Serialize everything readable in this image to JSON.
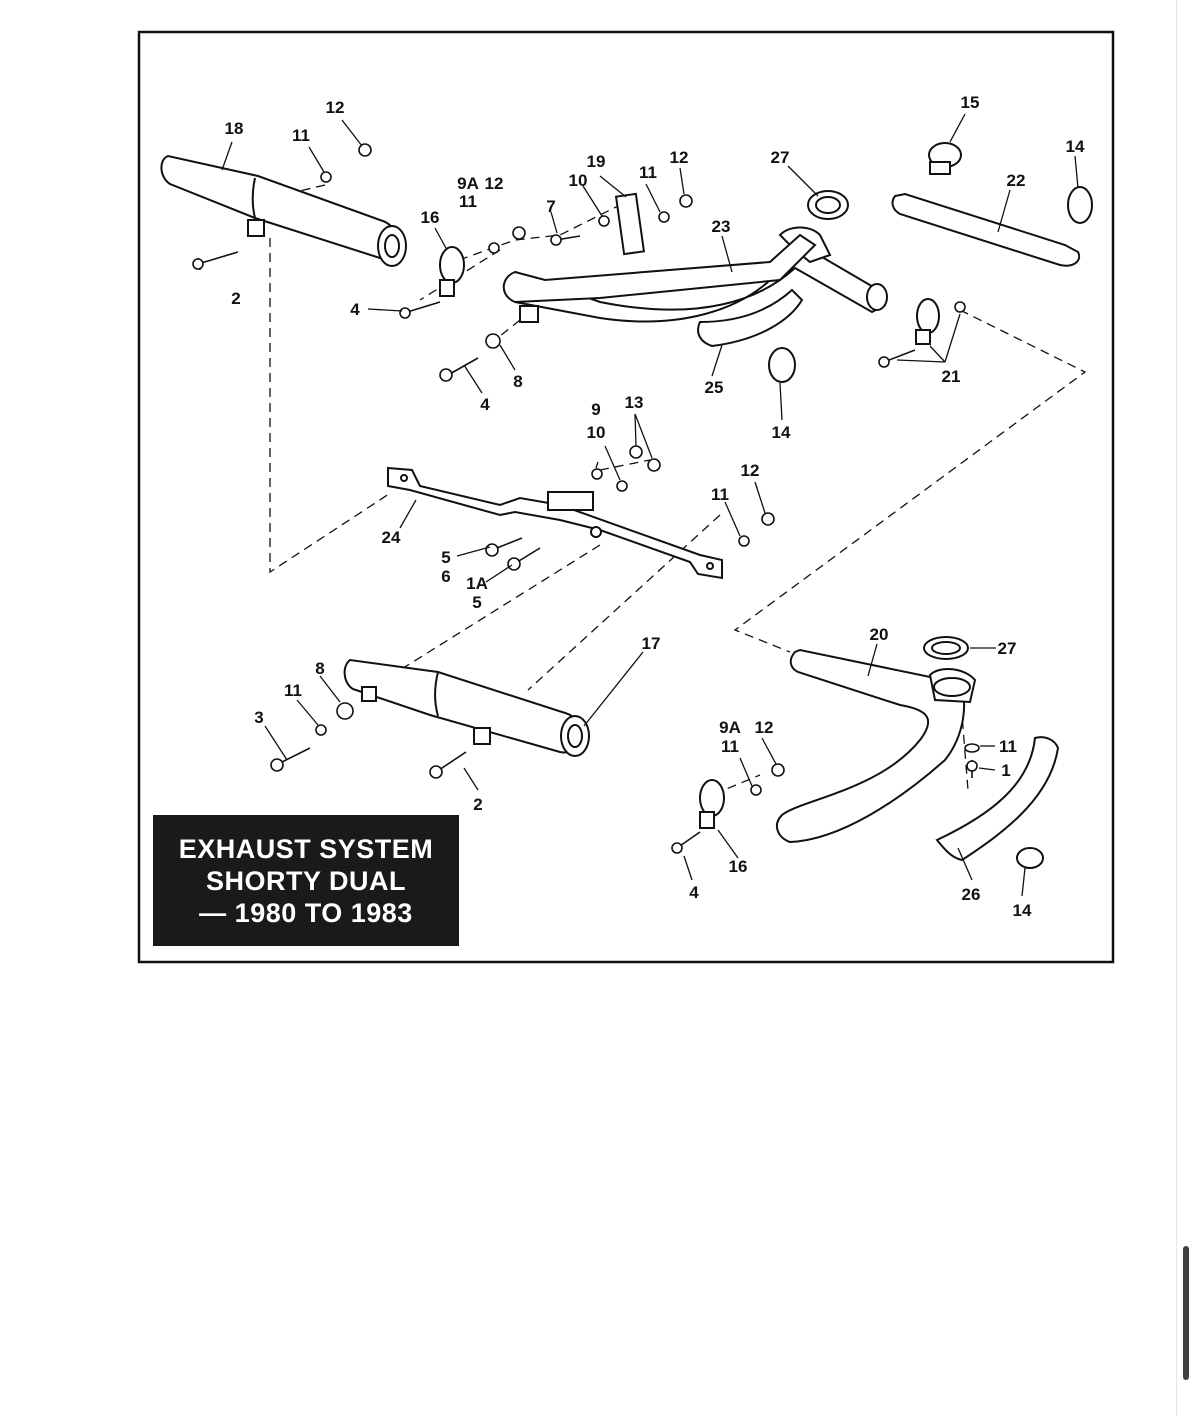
{
  "caption": {
    "line1": "EXHAUST SYSTEM",
    "line2": "SHORTY DUAL",
    "line3": "— 1980 TO 1983"
  },
  "callouts": {
    "c18": "18",
    "c11a": "11",
    "c12a": "12",
    "c2a": "2",
    "c16a": "16",
    "c4a": "4",
    "c9a_top": "9A",
    "c12b": "12",
    "c11b": "11",
    "c7": "7",
    "c10a": "10",
    "c19": "19",
    "c11c": "11",
    "c12c": "12",
    "c27a": "27",
    "c23": "23",
    "c15": "15",
    "c14a": "14",
    "c22": "22",
    "c4b": "4",
    "c8a": "8",
    "c25": "25",
    "c14b": "14",
    "c21": "21",
    "c9": "9",
    "c10b": "10",
    "c13": "13",
    "c12d": "12",
    "c11d": "11",
    "c24": "24",
    "c5a": "5",
    "c6": "6",
    "c1a": "1A",
    "c5b": "5",
    "c17": "17",
    "c8b": "8",
    "c11e": "11",
    "c3": "3",
    "c2b": "2",
    "c20": "20",
    "c27b": "27",
    "c9a_bot": "9A",
    "c12e": "12",
    "c11f": "11",
    "c11g": "11",
    "c1": "1",
    "c16b": "16",
    "c4c": "4",
    "c26": "26",
    "c14c": "14"
  },
  "scrollbar": {
    "thumb_color": "#404040"
  }
}
